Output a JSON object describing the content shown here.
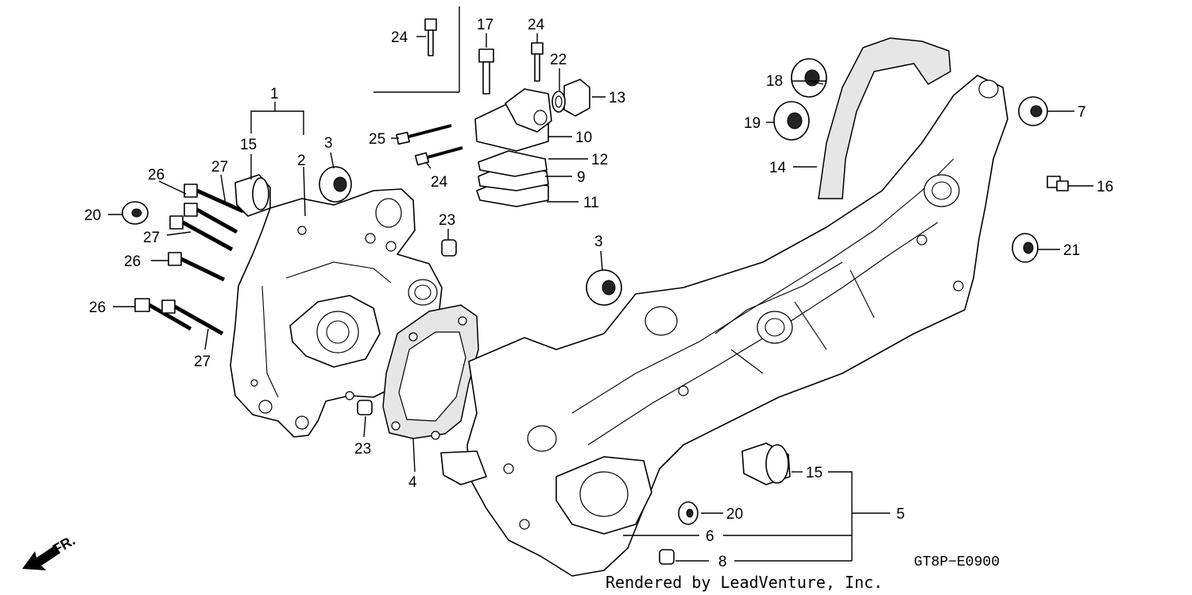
{
  "diagram": {
    "part_callouts": [
      {
        "id": "c1",
        "label": "1"
      },
      {
        "id": "c2",
        "label": "2"
      },
      {
        "id": "c3a",
        "label": "3"
      },
      {
        "id": "c3b",
        "label": "3"
      },
      {
        "id": "c4",
        "label": "4"
      },
      {
        "id": "c5",
        "label": "5"
      },
      {
        "id": "c6",
        "label": "6"
      },
      {
        "id": "c7",
        "label": "7"
      },
      {
        "id": "c8",
        "label": "8"
      },
      {
        "id": "c9",
        "label": "9"
      },
      {
        "id": "c10",
        "label": "10"
      },
      {
        "id": "c11",
        "label": "11"
      },
      {
        "id": "c12",
        "label": "12"
      },
      {
        "id": "c13",
        "label": "13"
      },
      {
        "id": "c14",
        "label": "14"
      },
      {
        "id": "c15a",
        "label": "15"
      },
      {
        "id": "c15b",
        "label": "15"
      },
      {
        "id": "c16",
        "label": "16"
      },
      {
        "id": "c17",
        "label": "17"
      },
      {
        "id": "c18",
        "label": "18"
      },
      {
        "id": "c19",
        "label": "19"
      },
      {
        "id": "c20a",
        "label": "20"
      },
      {
        "id": "c20b",
        "label": "20"
      },
      {
        "id": "c21",
        "label": "21"
      },
      {
        "id": "c22",
        "label": "22"
      },
      {
        "id": "c23a",
        "label": "23"
      },
      {
        "id": "c23b",
        "label": "23"
      },
      {
        "id": "c24a",
        "label": "24"
      },
      {
        "id": "c24b",
        "label": "24"
      },
      {
        "id": "c24c",
        "label": "24"
      },
      {
        "id": "c25",
        "label": "25"
      },
      {
        "id": "c26a",
        "label": "26"
      },
      {
        "id": "c26b",
        "label": "26"
      },
      {
        "id": "c26c",
        "label": "26"
      },
      {
        "id": "c27a",
        "label": "27"
      },
      {
        "id": "c27b",
        "label": "27"
      },
      {
        "id": "c27c",
        "label": "27"
      }
    ],
    "direction_indicator": "FR.",
    "reference_code": "GT8P−E0900",
    "credit": "Rendered by LeadVenture, Inc."
  }
}
